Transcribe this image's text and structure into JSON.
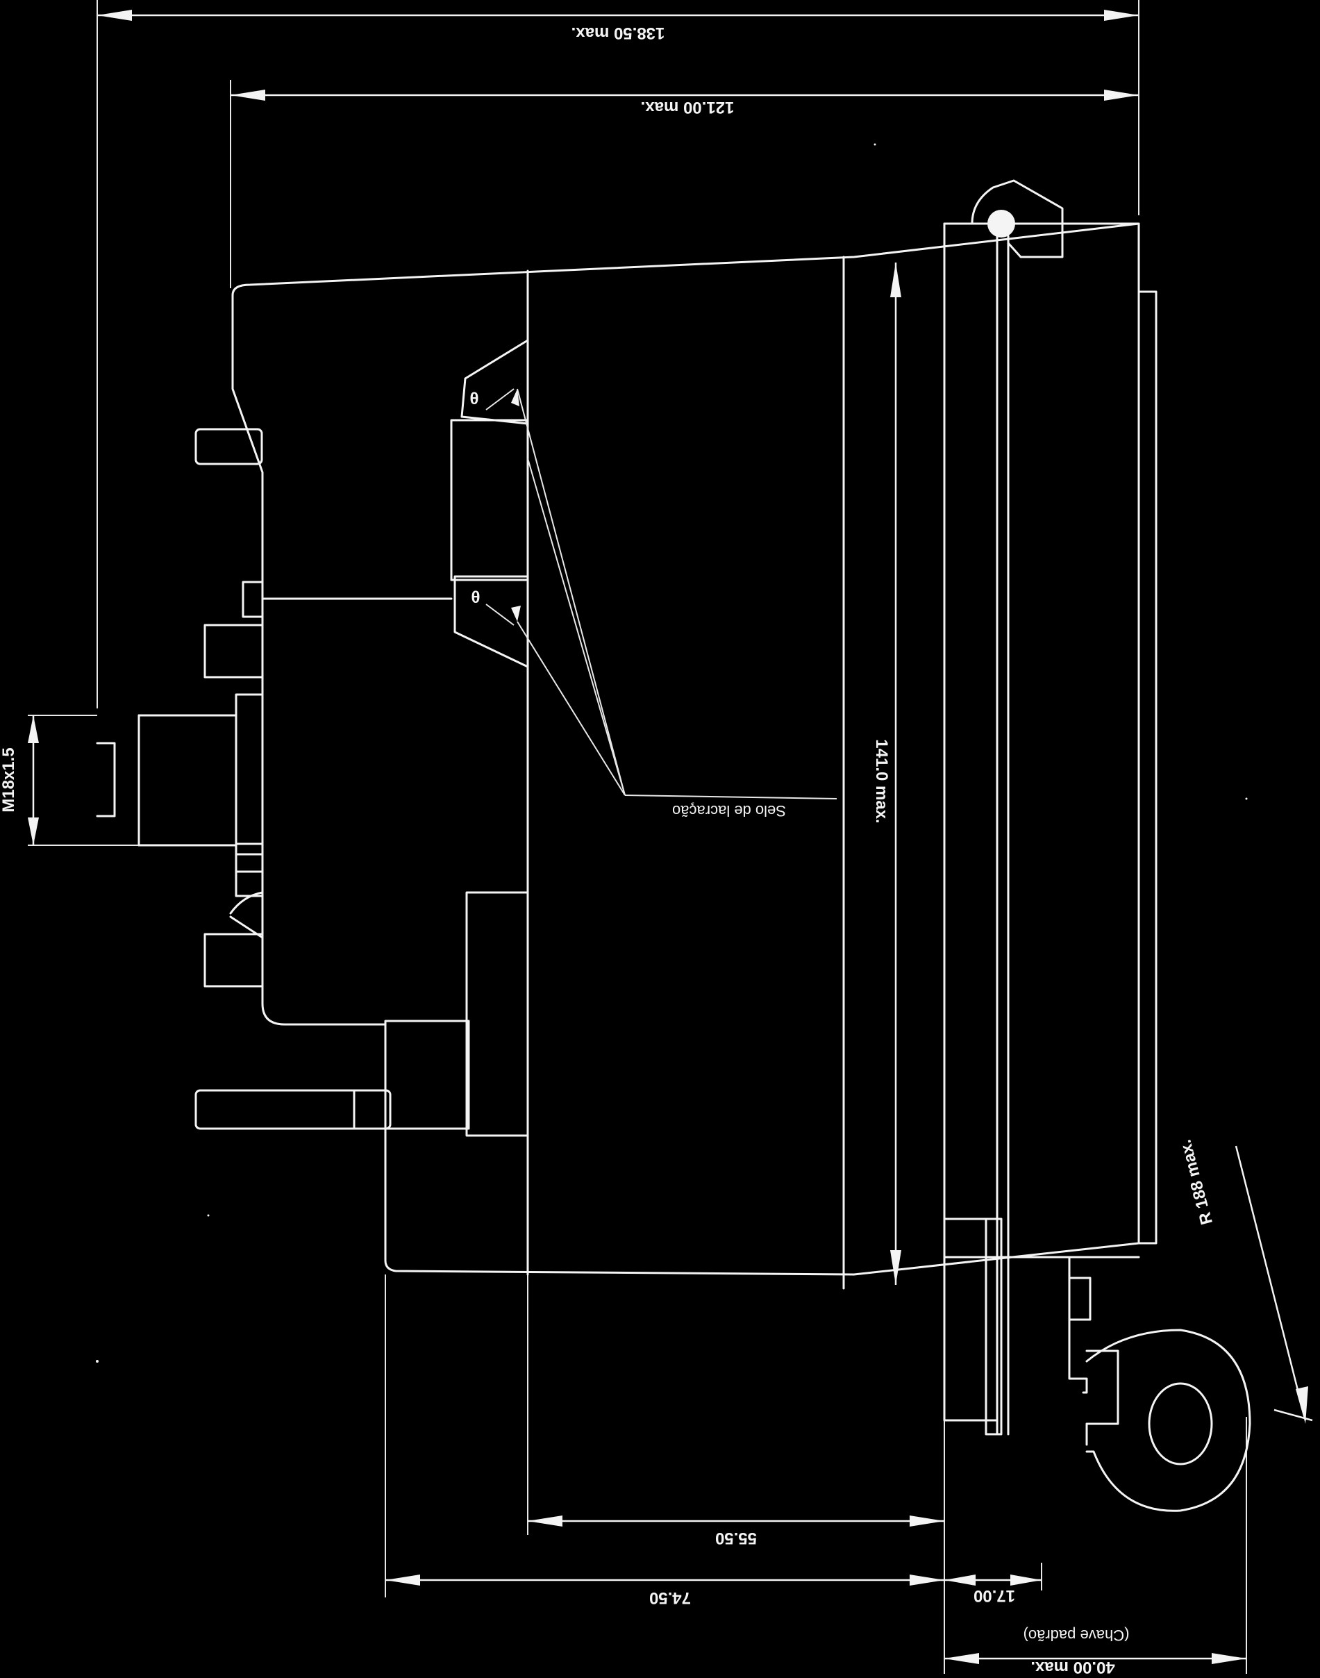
{
  "dimensions": {
    "overall_width": "138.50 max.",
    "body_width": "121.00 max.",
    "height": "141.0 max.",
    "cover_depth": "55.50",
    "depth": "74.50",
    "flange": "17.00",
    "key_total": "40.00 max.",
    "radius": "R 188 max.",
    "thread": "M18x1.5"
  },
  "labels": {
    "seal": "Selo de lacração",
    "key_note": "(Chave padrão)",
    "screw_marker_1": "θ",
    "screw_marker_2": "θ"
  }
}
